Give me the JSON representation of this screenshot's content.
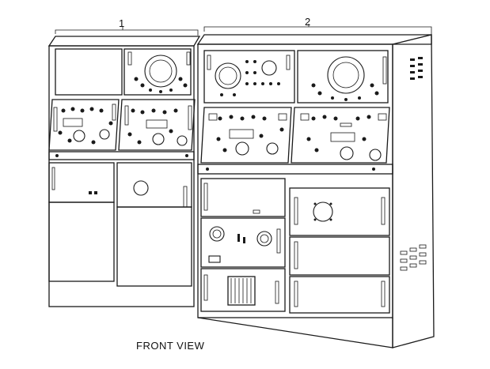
{
  "labels": {
    "cabinet_1": "1",
    "cabinet_2": "2",
    "caption": "FRONT VIEW"
  },
  "colors": {
    "ink": "#1a1a1a",
    "paper": "#ffffff"
  }
}
